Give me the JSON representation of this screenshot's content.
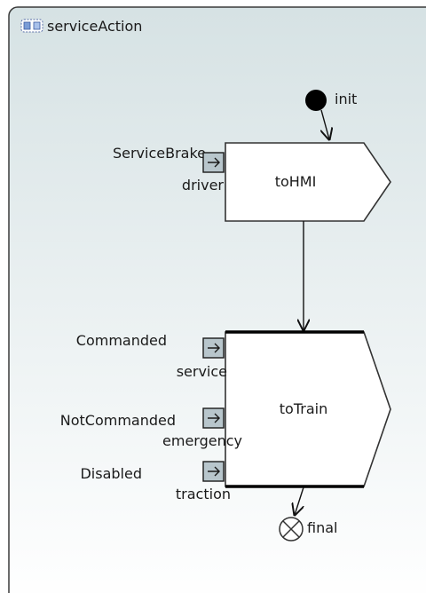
{
  "container": {
    "title": "serviceAction",
    "title_icon": "activity-frame-icon",
    "border_color": "#3a3a3a",
    "background_top": "#d6e2e4",
    "background_bottom": "#ffffff"
  },
  "nodes": {
    "init": {
      "label": "init",
      "icon": "initial-node-icon"
    },
    "final": {
      "label": "final",
      "icon": "flow-final-icon"
    },
    "toHMI": {
      "label": "toHMI",
      "pins": [
        {
          "value": "ServiceBrake",
          "name": "driver"
        }
      ]
    },
    "toTrain": {
      "label": "toTrain",
      "pins": [
        {
          "value": "Commanded",
          "name": "service"
        },
        {
          "value": "NotCommanded",
          "name": "emergency"
        },
        {
          "value": "Disabled",
          "name": "traction"
        }
      ]
    }
  },
  "colors": {
    "node_fill": "#ffffff",
    "node_stroke": "#333333",
    "pin_fill": "#b8c6cc",
    "pin_stroke": "#1a1a1a",
    "edge": "#111111"
  }
}
